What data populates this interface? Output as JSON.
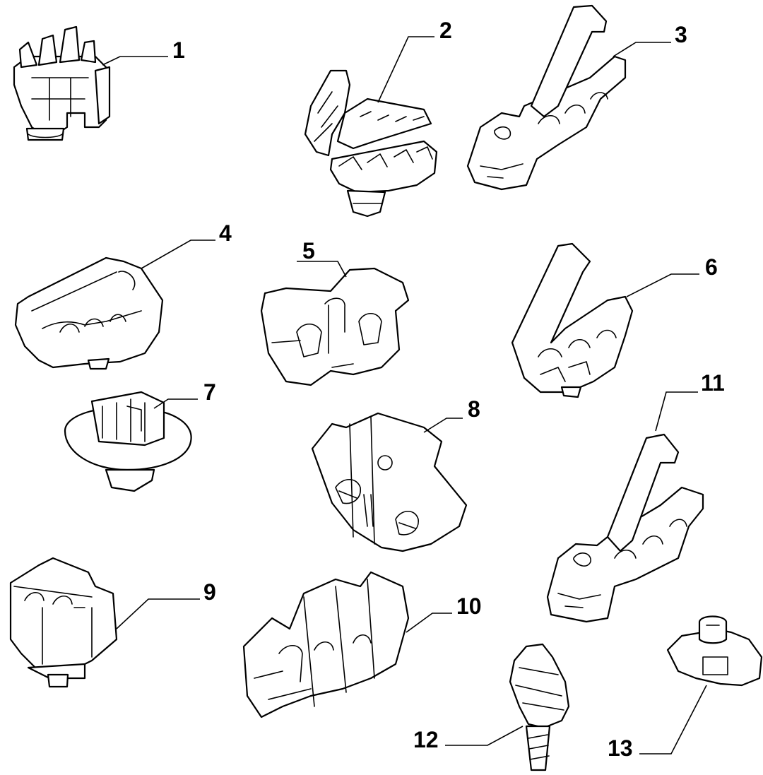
{
  "colors": {
    "line": "#000000",
    "background": "#ffffff"
  },
  "callouts": [
    {
      "number": "1"
    },
    {
      "number": "2"
    },
    {
      "number": "3"
    },
    {
      "number": "4"
    },
    {
      "number": "5"
    },
    {
      "number": "6"
    },
    {
      "number": "7"
    },
    {
      "number": "8"
    },
    {
      "number": "9"
    },
    {
      "number": "10"
    },
    {
      "number": "11"
    },
    {
      "number": "12"
    },
    {
      "number": "13"
    }
  ]
}
